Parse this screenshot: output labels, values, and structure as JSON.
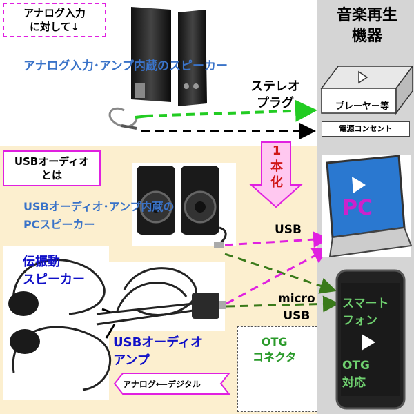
{
  "notes": {
    "analog_line1": "アナログ入力",
    "analog_line2": "に対して↓",
    "usb_line1": "USBオーディオ",
    "usb_line2": "とは"
  },
  "titles": {
    "analog_speaker": "アナログ入力･アンプ内蔵のスピーカー",
    "usb_pc_speaker_line1": "USBオーディオ･アンプ内蔵の",
    "usb_pc_speaker_line2": "PCスピーカー"
  },
  "labels": {
    "stereo_line1": "ステレオ",
    "stereo_line2": "プラグ",
    "merge_chars": [
      "1",
      "本",
      "化"
    ],
    "usb": "USB",
    "micro_line1": "micro",
    "micro_line2": "USB",
    "bone_line1": "伝振動",
    "bone_line2": "スピーカー",
    "usbamp_line1": "USBオーディオ",
    "usbamp_line2": "アンプ",
    "otg_line1": "OTG",
    "otg_line2": "コネクタ",
    "ribbon": "アナログ⟵デジタル"
  },
  "right_panel": {
    "title_line1": "音楽再生",
    "title_line2": "機器",
    "player": "プレーヤー等",
    "outlet": "電源コンセント",
    "pc": "PC",
    "phone_line1": "スマート",
    "phone_line2": "フォン",
    "otg_support_line1": "OTG",
    "otg_support_line2": "対応"
  },
  "colors": {
    "analog_arrow": "#22cc22",
    "power_arrow": "#000000",
    "usb_arrow": "#e020e0",
    "micro_arrow": "#3a7a1a",
    "note_border": "#e020e0",
    "merge_arrow": "#ffc8f0"
  }
}
